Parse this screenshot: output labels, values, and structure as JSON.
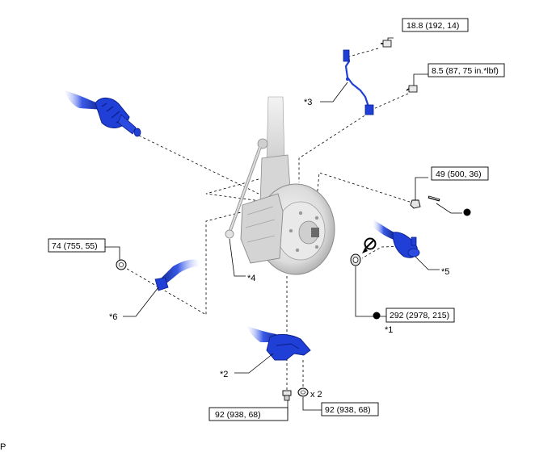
{
  "torque_specs": {
    "sensor_bolt": "18.8 (192, 14)",
    "bracket_bolt": "8.5 (87, 75 in.*lbf)",
    "tie_rod_nut": "49 (500, 36)",
    "stabilizer_nut": "74 (755, 55)",
    "axle_nut": "292 (2978, 215)",
    "arm_bolt": "92 (938, 68)",
    "arm_nut": "92 (938, 68)"
  },
  "callouts": {
    "part_1": "*1",
    "part_2": "*2",
    "part_3": "*3",
    "part_4": "*4",
    "part_5": "*5",
    "part_6": "*6"
  },
  "quantity_label": "x 2",
  "corner_marker": "P",
  "colors": {
    "part_blue": "#1f3fd6",
    "part_blue_dark": "#0b1f8a",
    "grey_part": "#b8b8b8",
    "line": "#000000"
  },
  "icons": {
    "replace_marker": "filled-circle-icon",
    "no_reuse_marker": "prohibited-circle-icon",
    "grease_marker": "arrow-icon"
  }
}
